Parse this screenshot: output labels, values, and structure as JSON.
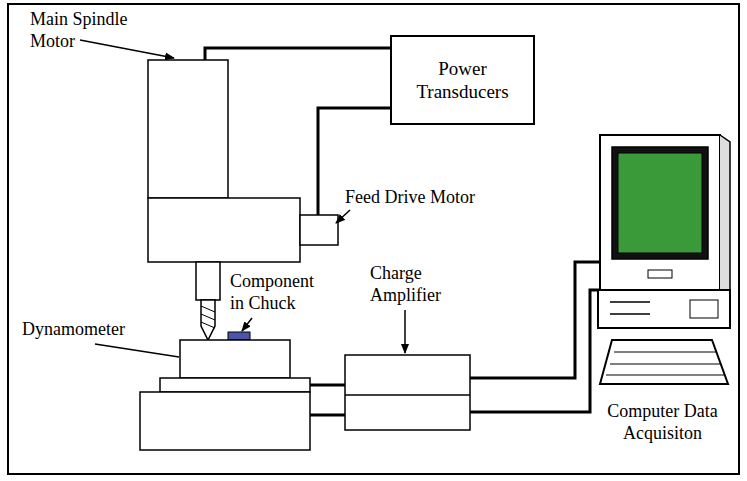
{
  "diagram": {
    "nodes": [
      {
        "text": [
          "Power Transducers"
        ]
      }
    ],
    "labels": [
      "Main Spindle Motor",
      "Feed Drive Motor",
      "Component in Chuck",
      "Dynamometer",
      "Charge Amplifier",
      "Computer Data Acquisiton"
    ]
  }
}
